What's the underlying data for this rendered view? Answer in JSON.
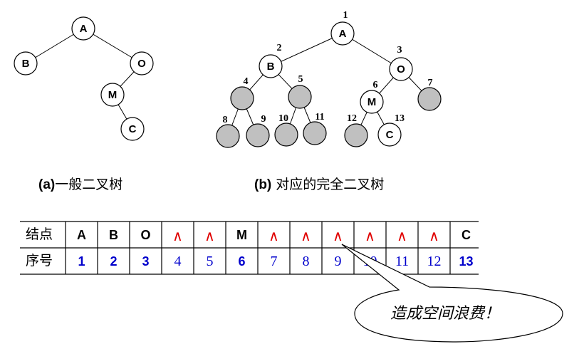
{
  "tree_a": {
    "caption_prefix": "(a)",
    "caption_text": "一般二叉树",
    "nodes": [
      {
        "id": "A",
        "label": "A"
      },
      {
        "id": "B",
        "label": "B"
      },
      {
        "id": "O",
        "label": "O"
      },
      {
        "id": "M",
        "label": "M"
      },
      {
        "id": "C",
        "label": "C"
      }
    ],
    "edges": [
      [
        "A",
        "B"
      ],
      [
        "A",
        "O"
      ],
      [
        "O",
        "M"
      ],
      [
        "M",
        "C"
      ]
    ]
  },
  "tree_b": {
    "caption_prefix": "(b)",
    "caption_text": " 对应的完全二叉树",
    "nodes": [
      {
        "n": 1,
        "label": "A",
        "index": "1",
        "filled": false
      },
      {
        "n": 2,
        "label": "B",
        "index": "2",
        "filled": false
      },
      {
        "n": 3,
        "label": "O",
        "index": "3",
        "filled": false
      },
      {
        "n": 4,
        "label": "",
        "index": "4",
        "filled": true
      },
      {
        "n": 5,
        "label": "",
        "index": "5",
        "filled": true
      },
      {
        "n": 6,
        "label": "M",
        "index": "6",
        "filled": false
      },
      {
        "n": 7,
        "label": "",
        "index": "7",
        "filled": true
      },
      {
        "n": 8,
        "label": "",
        "index": "8",
        "filled": true
      },
      {
        "n": 9,
        "label": "",
        "index": "9",
        "filled": true
      },
      {
        "n": 10,
        "label": "",
        "index": "10",
        "filled": true
      },
      {
        "n": 11,
        "label": "",
        "index": "11",
        "filled": true
      },
      {
        "n": 12,
        "label": "",
        "index": "12",
        "filled": true
      },
      {
        "n": 13,
        "label": "C",
        "index": "13",
        "filled": false
      }
    ],
    "fill_color": "#c0c0c0"
  },
  "table": {
    "row1_header": "结点",
    "row2_header": "序号",
    "cells": [
      {
        "node": "A",
        "seq": "1",
        "null": false
      },
      {
        "node": "B",
        "seq": "2",
        "null": false
      },
      {
        "node": "O",
        "seq": "3",
        "null": false
      },
      {
        "node": "∧",
        "seq": "4",
        "null": true
      },
      {
        "node": "∧",
        "seq": "5",
        "null": true
      },
      {
        "node": "M",
        "seq": "6",
        "null": false
      },
      {
        "node": "∧",
        "seq": "7",
        "null": true
      },
      {
        "node": "∧",
        "seq": "8",
        "null": true
      },
      {
        "node": "∧",
        "seq": "9",
        "null": true
      },
      {
        "node": "∧",
        "seq": "10",
        "null": true
      },
      {
        "node": "∧",
        "seq": "11",
        "null": true
      },
      {
        "node": "∧",
        "seq": "12",
        "null": true
      },
      {
        "node": "C",
        "seq": "13",
        "null": false
      }
    ],
    "null_color": "#e00000",
    "seq_color": "#0000cc"
  },
  "callout": {
    "text": "造成空间浪费！"
  }
}
